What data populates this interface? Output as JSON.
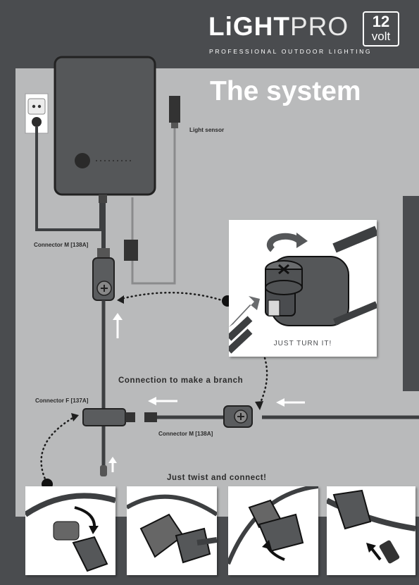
{
  "brand": {
    "name_bold": "LiGHT",
    "name_light": "PRO",
    "voltage_number": "12",
    "voltage_unit": "volt",
    "tagline": "PROFESSIONAL OUTDOOR LIGHTING"
  },
  "title": "The system",
  "labels": {
    "light_sensor": "Light sensor",
    "connector_m_top": "Connector M [138A]",
    "connector_f": "Connector F [137A]",
    "connector_m_bottom": "Connector M [138A]",
    "branch": "Connection to make a branch",
    "twist": "Just twist and connect!"
  },
  "inset": {
    "caption": "JUST TURN IT!"
  },
  "colors": {
    "page_bg": "#4a4c4f",
    "panel_bg": "#b9babb",
    "device": "#555759",
    "cable": "#3d3f41",
    "white": "#ffffff"
  },
  "icons": [
    "power-socket-icon",
    "rotate-arrow-icon",
    "plus-screw-icon",
    "x-knob-icon",
    "arrow-icon"
  ]
}
